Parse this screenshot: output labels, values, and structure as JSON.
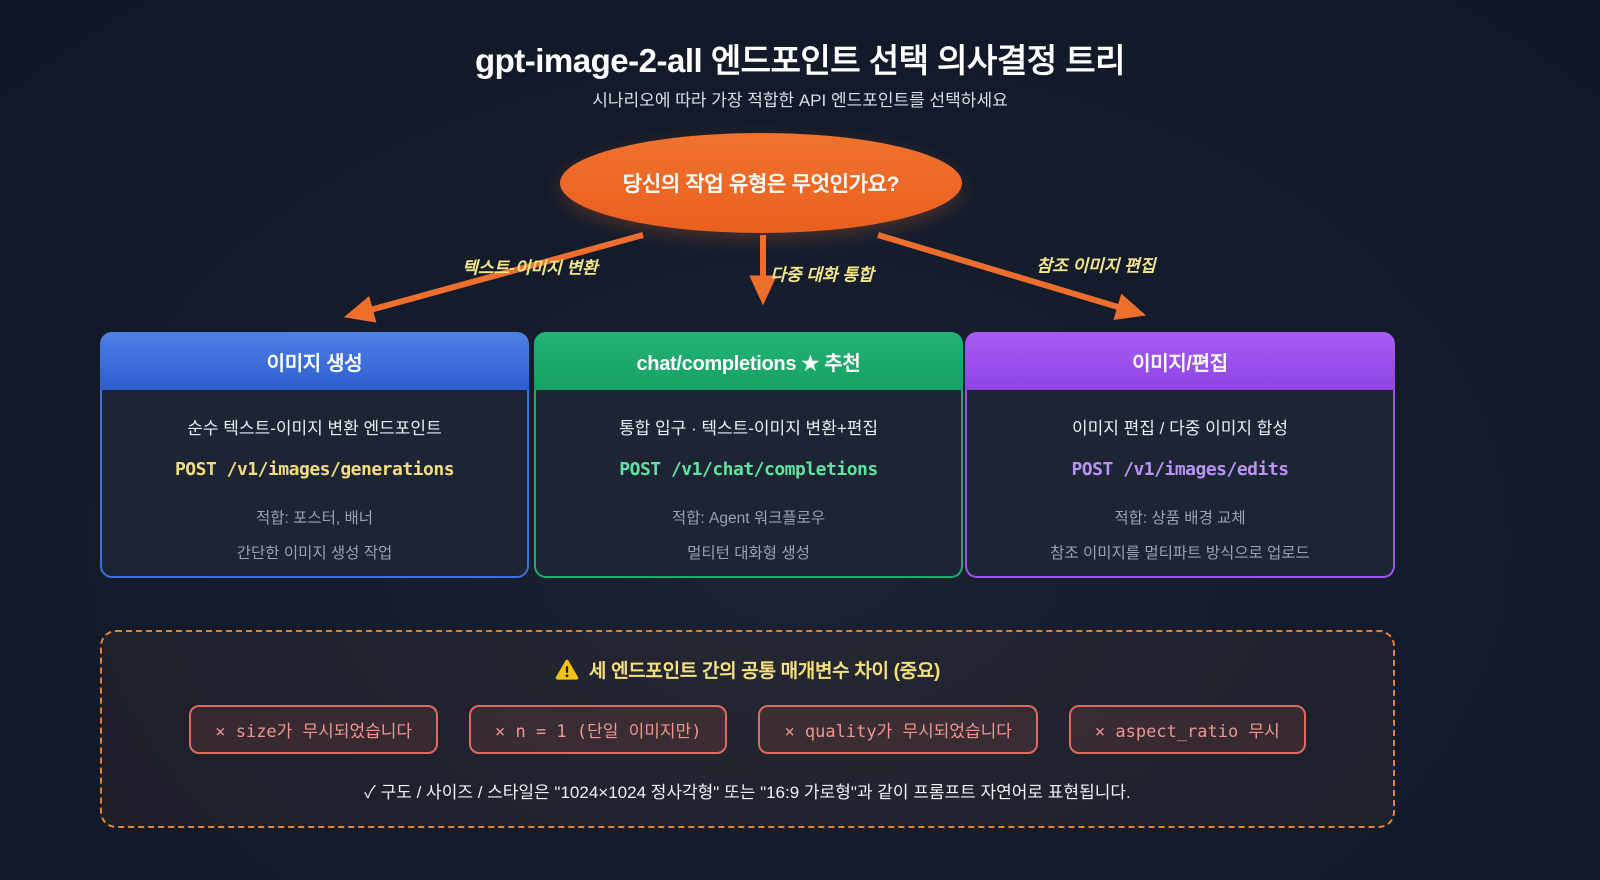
{
  "page": {
    "title": "gpt-image-2-all 엔드포인트 선택 의사결정 트리",
    "subtitle": "시나리오에 따라 가장 적합한 API 엔드포인트를 선택하세요"
  },
  "decision": {
    "question": "당신의 작업 유형은 무엇인가요?"
  },
  "branches": [
    {
      "label": "텍스트-이미지 변환"
    },
    {
      "label": "다중 대화 통합"
    },
    {
      "label": "참조 이미지 편집"
    }
  ],
  "cards": [
    {
      "header": "이미지 생성",
      "description": "순수 텍스트-이미지 변환 엔드포인트",
      "endpoint": "POST /v1/images/generations",
      "note1": "적합: 포스터, 배너",
      "note2": "간단한 이미지 생성 작업",
      "accent": "#3c6fe0"
    },
    {
      "header": "chat/completions ★ 추천",
      "description": "통합 입구 · 텍스트-이미지 변환+편집",
      "endpoint": "POST /v1/chat/completions",
      "note1": "적합: Agent 워크플로우",
      "note2": "멀티턴 대화형 생성",
      "accent": "#1cab70"
    },
    {
      "header": "이미지/편집",
      "description": "이미지 편집 / 다중 이미지 합성",
      "endpoint": "POST /v1/images/edits",
      "note1": "적합: 상품 배경 교체",
      "note2": "참조 이미지를 멀티파트 방식으로 업로드",
      "accent": "#9e53ee"
    }
  ],
  "warning": {
    "title": "세 엔드포인트 간의 공통 매개변수 차이 (중요)",
    "icon": "warning-triangle-icon",
    "pills": [
      "× size가 무시되었습니다",
      "× n = 1 (단일 이미지만)",
      "× quality가 무시되었습니다",
      "× aspect_ratio 무시"
    ],
    "note": "✓ 구도 / 사이즈 / 스타일은 \"1024×1024 정사각형\" 또는 \"16:9 가로형\"과 같이 프롬프트 자연어로 표현됩니다."
  },
  "colors": {
    "background": "#131b2b",
    "ellipse_orange": "#ee6a2a",
    "arrow_orange": "#ee6f2d",
    "branch_label_yellow": "#f2e58a",
    "card_blue": "#3c6fe0",
    "card_green": "#1cab70",
    "card_purple": "#9e53ee",
    "endpoint_yellow": "#f2dc7e",
    "endpoint_green": "#5fe3a1",
    "endpoint_purple": "#b893f4",
    "warning_border_orange": "#e8822e",
    "warning_title_yellow": "#f5e07d",
    "pill_border_red": "#e06a5e",
    "pill_text_pink": "#f0968d"
  }
}
